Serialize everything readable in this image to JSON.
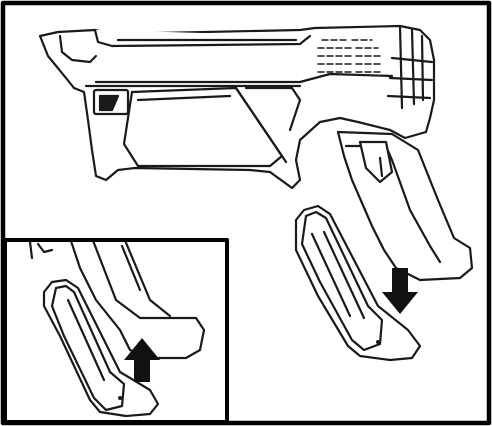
{
  "figure": {
    "type": "technical-line-illustration",
    "subject": "handheld-vacuum-battery-install",
    "colors": {
      "line": "#1a1a1a",
      "fill": "#ffffff",
      "arrow": "#111111",
      "border": "#000000"
    },
    "main_view": {
      "arrow_direction": "down"
    },
    "inset_view": {
      "arrow_direction": "up"
    }
  }
}
